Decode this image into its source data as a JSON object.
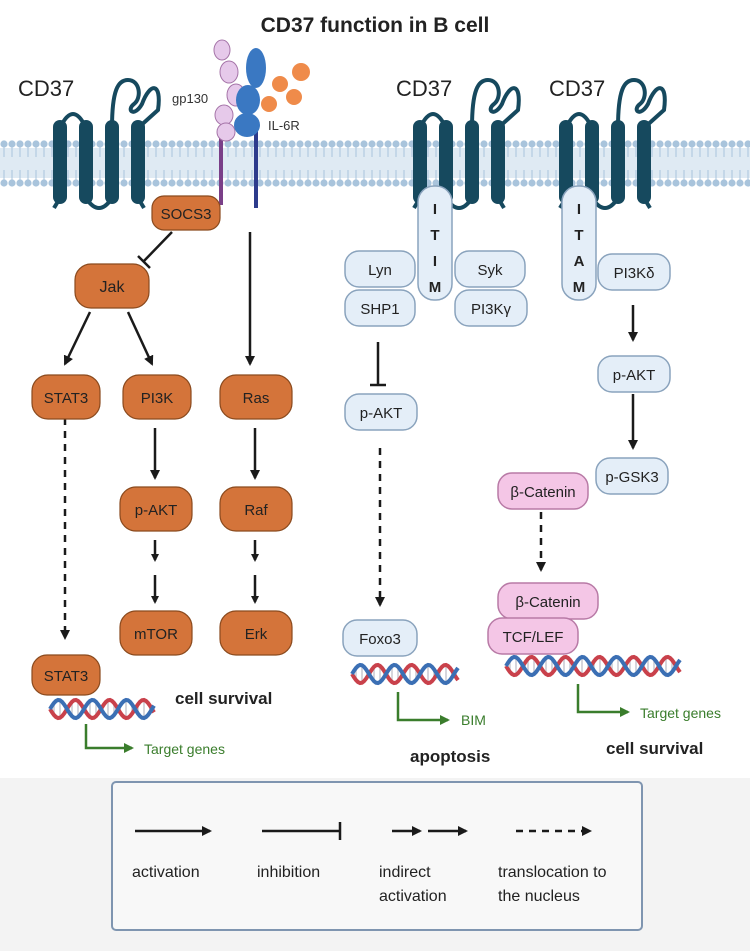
{
  "title": "CD37 function in B cell",
  "labels": {
    "cd37_1": "CD37",
    "cd37_2": "CD37",
    "cd37_3": "CD37",
    "gp130": "gp130",
    "il6r": "IL-6R",
    "itim": [
      "I",
      "T",
      "I",
      "M"
    ],
    "itam": [
      "I",
      "T",
      "A",
      "M"
    ],
    "target_genes_left": "Target genes",
    "target_genes_right": "Target genes",
    "bim": "BIM",
    "cell_survival_left": "cell survival",
    "apoptosis": "apoptosis",
    "cell_survival_right": "cell survival"
  },
  "nodes": {
    "socs3": "SOCS3",
    "jak": "Jak",
    "stat3_a": "STAT3",
    "pi3k": "PI3K",
    "ras": "Ras",
    "pakt_left": "p-AKT",
    "raf": "Raf",
    "mtor": "mTOR",
    "erk": "Erk",
    "stat3_b": "STAT3",
    "lyn": "Lyn",
    "syk": "Syk",
    "shp1": "SHP1",
    "pi3kg": "PI3Kγ",
    "pakt_mid": "p-AKT",
    "foxo3": "Foxo3",
    "pi3kd": "PI3Kδ",
    "pakt_right": "p-AKT",
    "pgsk3": "p-GSK3",
    "bcat1": "β-Catenin",
    "bcat2": "β-Catenin",
    "tcflef": "TCF/LEF"
  },
  "legend": {
    "activation": "activation",
    "inhibition": "inhibition",
    "indirect_1": "indirect",
    "indirect_2": "activation",
    "translocation_1": "translocation to",
    "translocation_2": "the nucleus"
  },
  "colors": {
    "membrane": "#a9c4dc",
    "cd37": "#16495e",
    "orange_node": "#d4743a",
    "blue_node": "#e4eef8",
    "pink_node": "#f4c6e6",
    "dna_red": "#c9414b",
    "dna_blue": "#3b6fb4",
    "arrow_green": "#3a7d2c"
  }
}
